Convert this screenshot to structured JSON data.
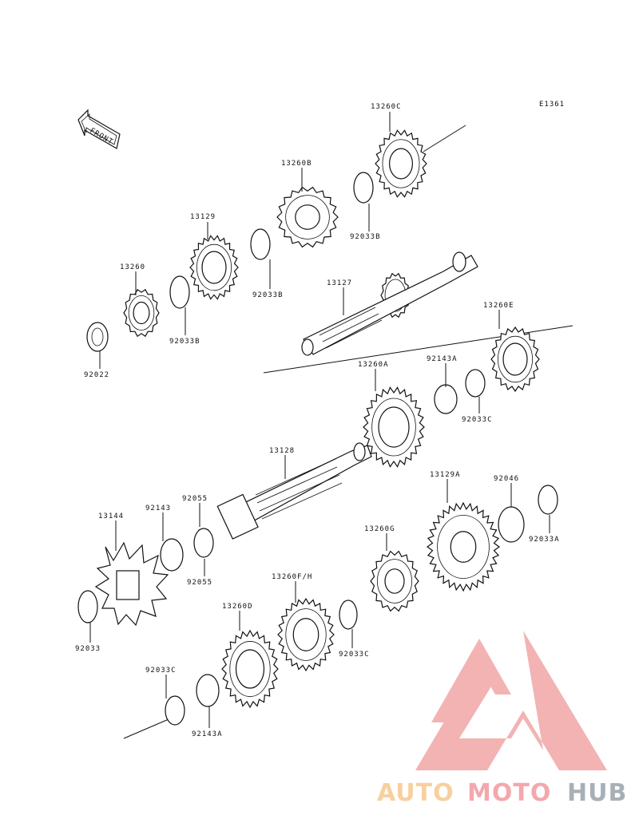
{
  "diagram": {
    "ref_code": "E1361",
    "front_label": "FRONT",
    "callouts": [
      {
        "id": "13260C"
      },
      {
        "id": "13260B"
      },
      {
        "id": "92033B"
      },
      {
        "id": "13129"
      },
      {
        "id": "92033B"
      },
      {
        "id": "13260"
      },
      {
        "id": "92033B"
      },
      {
        "id": "92022"
      },
      {
        "id": "13127"
      },
      {
        "id": "13260E"
      },
      {
        "id": "92143A"
      },
      {
        "id": "13260A"
      },
      {
        "id": "92033C"
      },
      {
        "id": "13128"
      },
      {
        "id": "13129A"
      },
      {
        "id": "92046"
      },
      {
        "id": "92033A"
      },
      {
        "id": "92055"
      },
      {
        "id": "92143"
      },
      {
        "id": "13144"
      },
      {
        "id": "92055"
      },
      {
        "id": "13260G"
      },
      {
        "id": "13260F/H"
      },
      {
        "id": "13260D"
      },
      {
        "id": "92033C"
      },
      {
        "id": "92033"
      },
      {
        "id": "92033C"
      },
      {
        "id": "92143A"
      }
    ]
  },
  "watermark": {
    "part1": "AUTO",
    "part2": "MOTO",
    "part3": "HUB",
    "colors": {
      "auto": "#f6c88e",
      "moto": "#f19aa0",
      "hub": "#9aa3ab",
      "mark": "#f2a6a6"
    }
  }
}
